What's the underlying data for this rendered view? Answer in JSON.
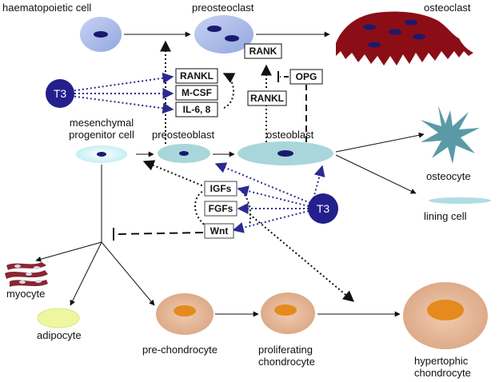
{
  "cells": {
    "haematopoietic": "haematopoietic cell",
    "preosteoclast": "preosteoclast",
    "osteoclast": "osteoclast",
    "mesenchymal_line1": "mesenchymal",
    "mesenchymal_line2": "progenitor cell",
    "preosteoblast": "preosteoblast",
    "osteoblast": "osteoblast",
    "osteocyte": "osteocyte",
    "lining": "lining cell",
    "myocyte": "myocyte",
    "adipocyte": "adipocyte",
    "prechondrocyte": "pre-chondrocyte",
    "proliferating_line1": "proliferating",
    "proliferating_line2": "chondrocyte",
    "hypertrophic_line1": "hypertophic",
    "hypertrophic_line2": "chondrocyte"
  },
  "factors": {
    "rank": "RANK",
    "rankl_top": "RANKL",
    "rankl_osteoblast": "RANKL",
    "opg": "OPG",
    "mcsf": "M-CSF",
    "il": "IL-6, 8",
    "igfs": "IGFs",
    "fgfs": "FGFs",
    "wnt": "Wnt"
  },
  "hormone": {
    "left": "T3",
    "right": "T3"
  },
  "colors": {
    "t3_fill": "#231f8c",
    "dotted_arrow": "#2b2a8f",
    "osteoclast": "#8b0e16",
    "preosteoclast": "#aab8e6",
    "nucleus": "#1a1a6e",
    "osteocyte": "#5a9aa6",
    "lining": "#b0dde3",
    "chondrocyte": "#e6b99a",
    "chondro_nucleus": "#e58a1c",
    "adipocyte": "#eef7a0",
    "myocyte": "#8a2632"
  }
}
